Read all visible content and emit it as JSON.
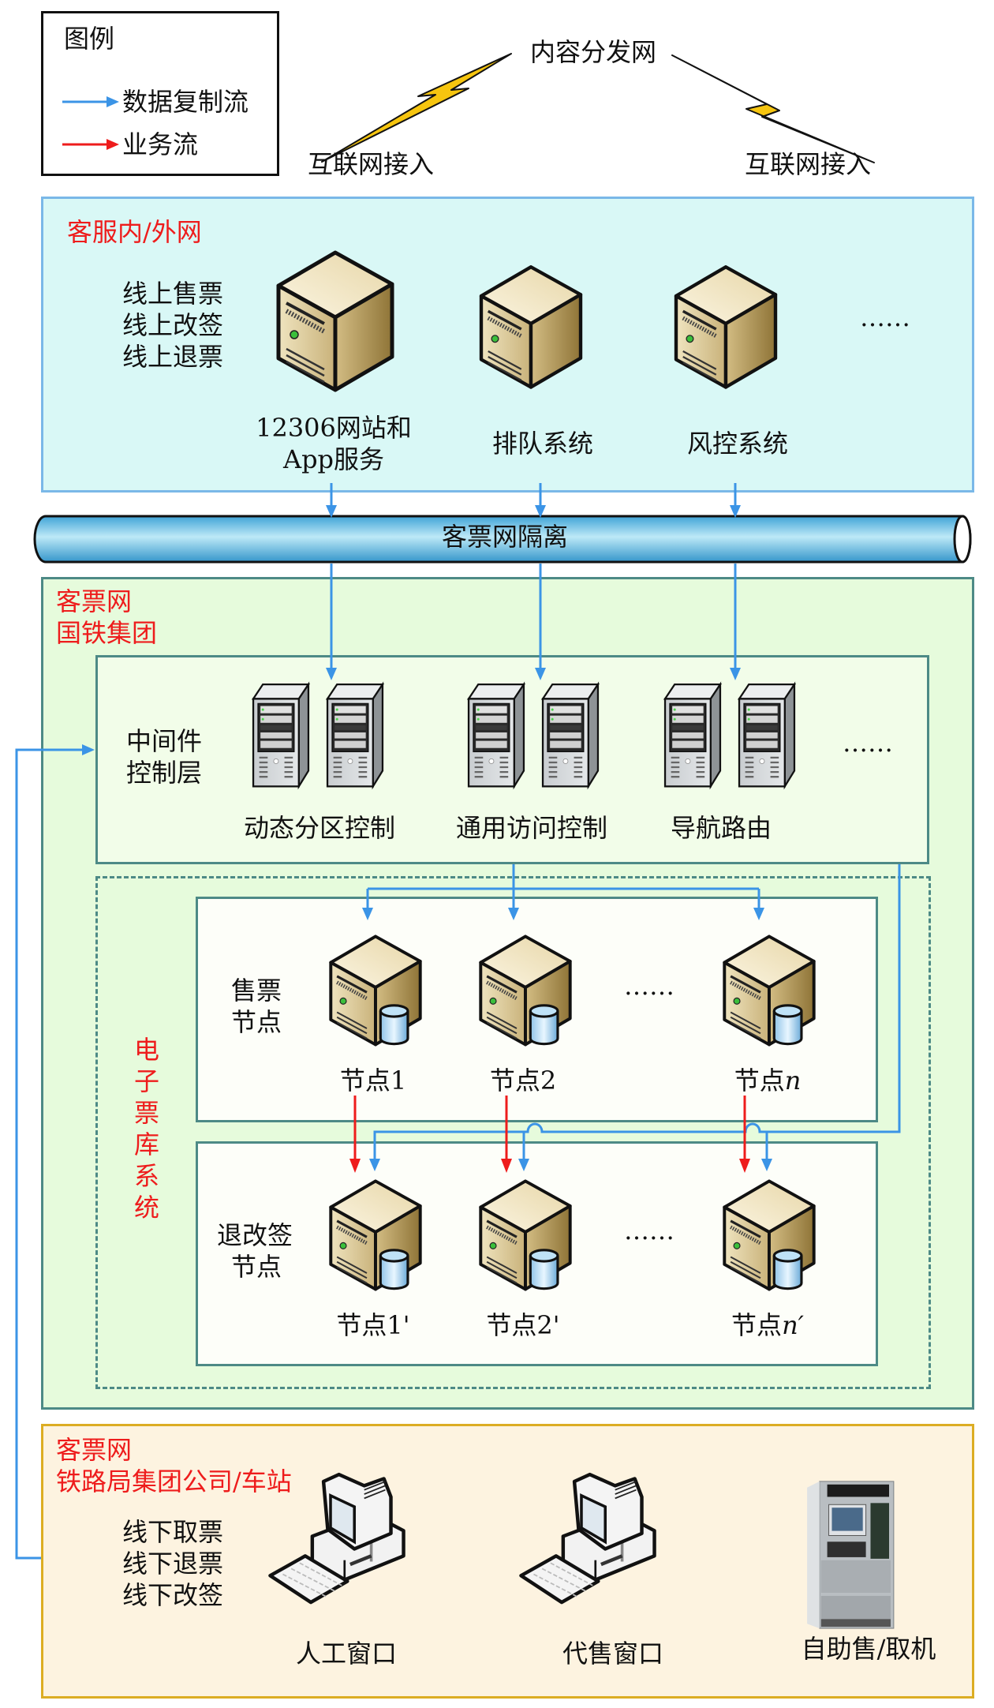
{
  "legend": {
    "title": "图例",
    "items": [
      {
        "label": "数据复制流",
        "color": "#3b94e6"
      },
      {
        "label": "业务流",
        "color": "#ee1c1c"
      }
    ]
  },
  "top": {
    "cdn": "内容分发网",
    "internet_left": "互联网接入",
    "internet_right": "互联网接入"
  },
  "customer_net": {
    "title": "客服内/外网",
    "functions": [
      "线上售票",
      "线上改签",
      "线上退票"
    ],
    "servers": [
      {
        "label_line1": "12306网站和",
        "label_line2": "App服务"
      },
      {
        "label_line1": "排队系统"
      },
      {
        "label_line1": "风控系统"
      }
    ],
    "ellipsis": "……"
  },
  "isolation": {
    "label": "客票网隔离"
  },
  "group_net": {
    "title_line1": "客票网",
    "title_line2": "国铁集团",
    "middleware": {
      "label_line1": "中间件",
      "label_line2": "控制层",
      "clusters": [
        "动态分区控制",
        "通用访问控制",
        "导航路由"
      ],
      "ellipsis": "……"
    },
    "eticket": {
      "label_chars": [
        "电",
        "子",
        "票",
        "库",
        "系",
        "统"
      ],
      "sell": {
        "label_line1": "售票",
        "label_line2": "节点",
        "nodes": [
          "节点1",
          "节点2",
          "节点"
        ],
        "last_suffix": "n",
        "ellipsis": "……"
      },
      "refund": {
        "label_line1": "退改签",
        "label_line2": "节点",
        "nodes": [
          "节点1'",
          "节点2'",
          "节点"
        ],
        "last_suffix": "n′",
        "ellipsis": "……"
      }
    }
  },
  "station_net": {
    "title_line1": "客票网",
    "title_line2": "铁路局集团公司/车站",
    "functions": [
      "线下取票",
      "线下退票",
      "线下改签"
    ],
    "terminals": [
      "人工窗口",
      "代售窗口",
      "自助售/取机"
    ]
  },
  "colors": {
    "data_flow": "#3b94e6",
    "business_flow": "#ee1c1c",
    "customer_bg": "#d9f8f6",
    "customer_border": "#7ab8e8",
    "group_bg": "#e6fbdc",
    "group_border": "#4d8a86",
    "station_bg": "#fdf3e0",
    "station_border": "#dcad23",
    "label_red": "#ee1c1c"
  }
}
